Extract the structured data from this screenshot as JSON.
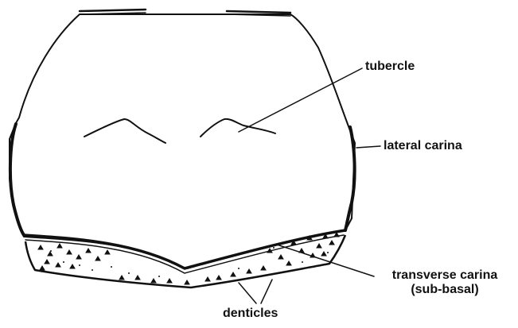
{
  "diagram": {
    "labels": {
      "tubercle": "tubercle",
      "lateral_carina": "lateral carina",
      "transverse_carina_line1": "transverse carina",
      "transverse_carina_line2": "(sub-basal)",
      "denticles": "denticles"
    },
    "colors": {
      "ink": "#111111",
      "background": "#ffffff"
    }
  }
}
